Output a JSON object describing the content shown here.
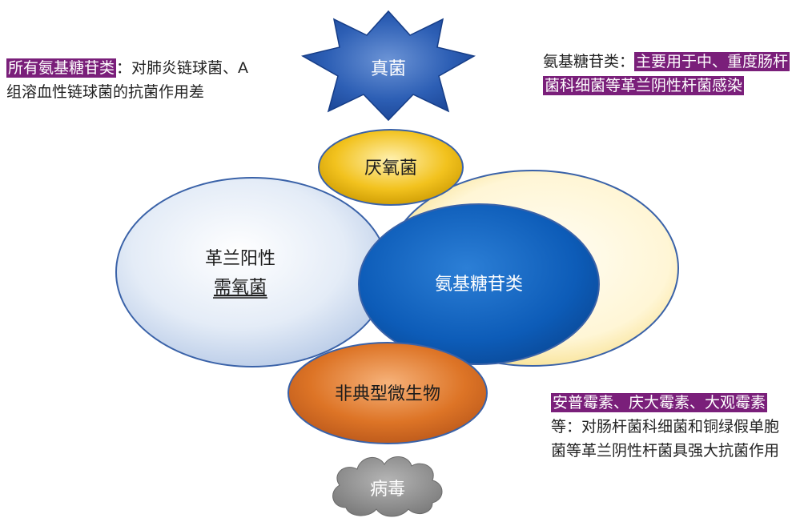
{
  "colors": {
    "fungus_star": "#1e4fa3",
    "anaerobe": "#e4b20a",
    "gram_positive": "#c9d9ef",
    "aminoglycoside": "#0d5cb8",
    "gram_negative_glow": "#fff3c8",
    "atypical": "#d96f22",
    "virus_cloud": "#8c8c8c",
    "highlight": "#7a1f7a"
  },
  "shapes": {
    "fungus": "真菌",
    "anaerobe": "厌氧菌",
    "gram_positive_line1": "革兰阳性",
    "gram_positive_line2": "需氧菌",
    "aminoglycoside": "氨基糖苷类",
    "atypical": "非典型微生物",
    "virus": "病毒"
  },
  "notes": {
    "top_left_highlight": "所有氨基糖苷类",
    "top_left_text": "：对肺炎链球菌、A 组溶血性链球菌的抗菌作用差",
    "top_right_prefix": "氨基糖苷类：",
    "top_right_highlight": "主要用于中、重度肠杆菌科细菌等革兰阴性杆菌感染",
    "bottom_right_highlight": "安普霉素、庆大霉素、大观霉素",
    "bottom_right_text": "等：对肠杆菌科细菌和铜绿假单胞菌等革兰阴性杆菌具强大抗菌作用"
  }
}
